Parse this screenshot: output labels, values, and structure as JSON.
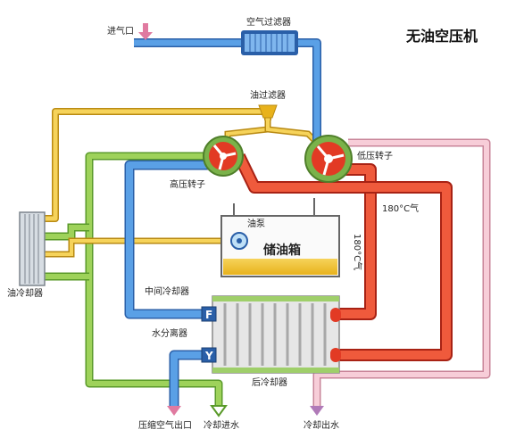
{
  "title": "无油空压机",
  "labels": {
    "air_inlet": "进气口",
    "air_filter": "空气过滤器",
    "oil_filter": "油过滤器",
    "low_pressure_rotor": "低压转子",
    "high_pressure_rotor": "高压转子",
    "oil_pump": "油泵",
    "oil_tank": "储油箱",
    "temp_180": "180°C气",
    "temp_180_vertical": "180°C气",
    "oil_cooler": "油冷却器",
    "intercooler": "中间冷却器",
    "water_separator": "水分离器",
    "aftercooler": "后冷却器",
    "compressed_air_outlet": "压缩空气出口",
    "cooling_water_in": "冷却进水",
    "cooling_water_out": "冷却出水",
    "letter_f": "F",
    "letter_y": "Y"
  },
  "colors": {
    "air_hot": "#e8412a",
    "air_cool": "#3f86d6",
    "oil": "#f2c53a",
    "water_in": "#8cc63f",
    "water_out": "#f2b5c4"
  }
}
